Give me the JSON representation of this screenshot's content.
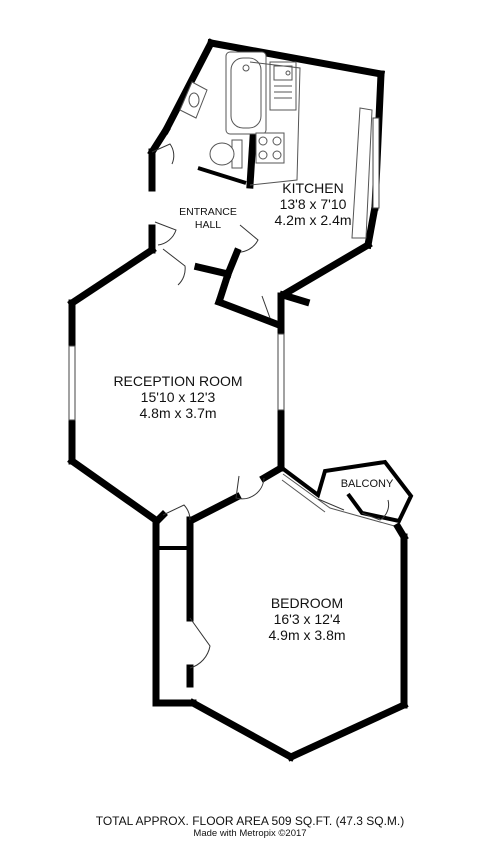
{
  "rooms": {
    "kitchen": {
      "name": "KITCHEN",
      "imperial": "13'8 x 7'10",
      "metric": "4.2m x 2.4m"
    },
    "entrance": {
      "name": "ENTRANCE",
      "sub": "HALL"
    },
    "reception": {
      "name": "RECEPTION ROOM",
      "imperial": "15'10 x 12'3",
      "metric": "4.8m x 3.7m"
    },
    "balcony": {
      "name": "BALCONY"
    },
    "bedroom": {
      "name": "BEDROOM",
      "imperial": "16'3 x 12'4",
      "metric": "4.9m x 3.8m"
    }
  },
  "footer": {
    "area": "TOTAL APPROX. FLOOR AREA 509 SQ.FT. (47.3 SQ.M.)",
    "credit": "Made with Metropix ©2017"
  }
}
